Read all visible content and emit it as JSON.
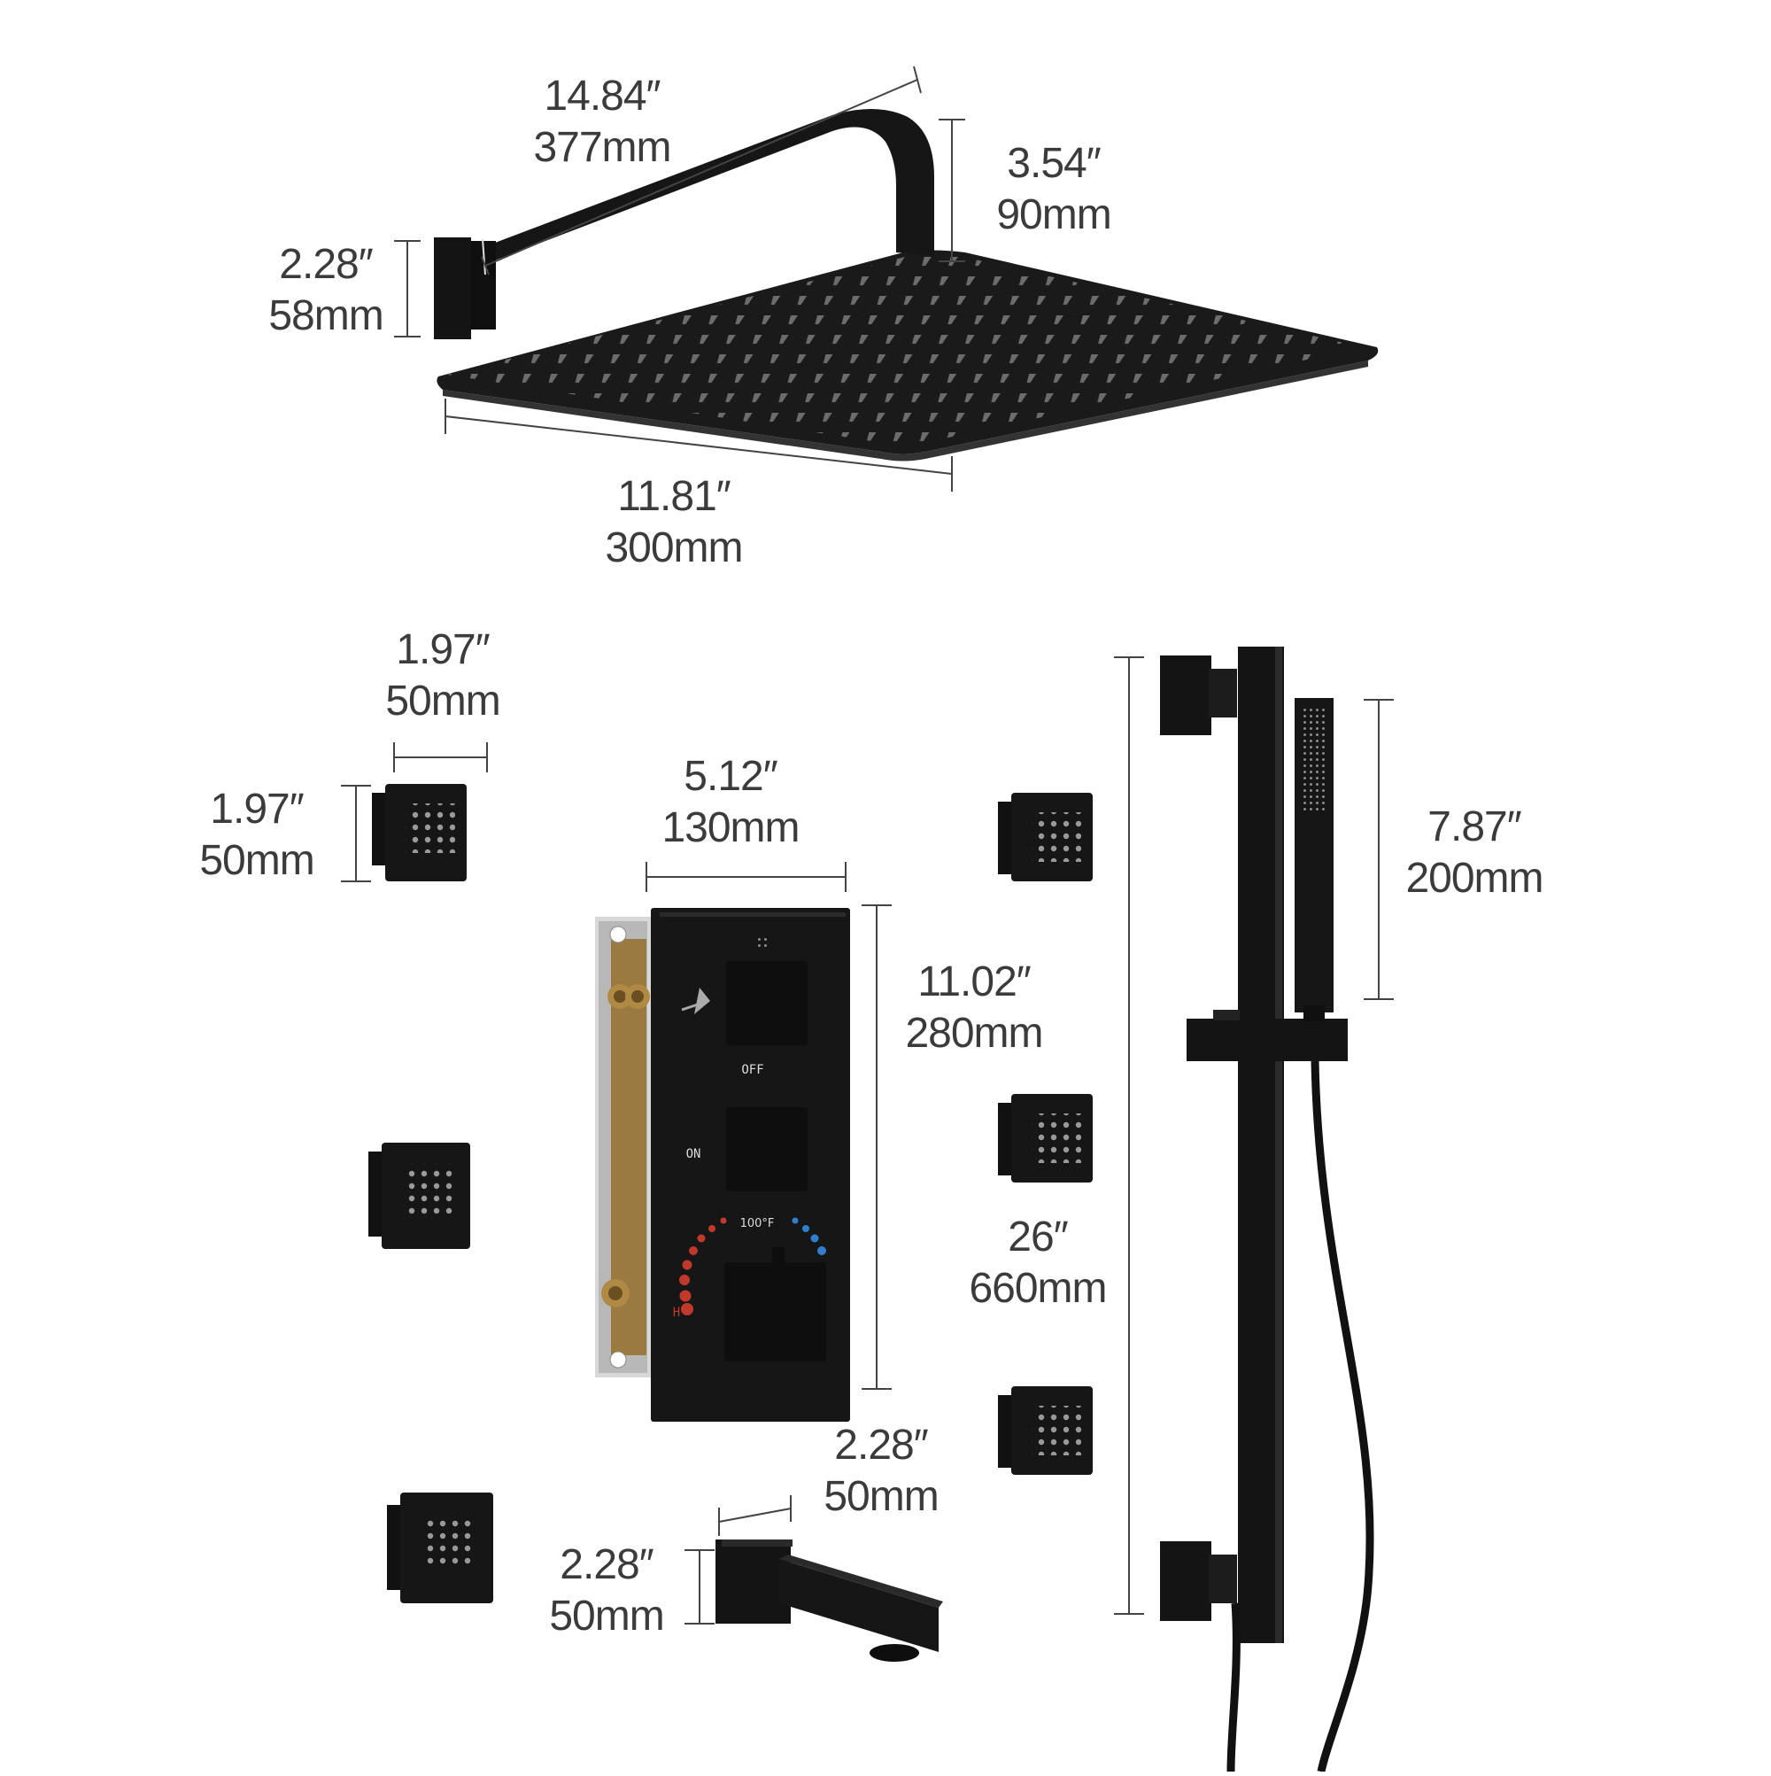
{
  "dimensions": {
    "arm_length": {
      "imperial": "14.84″",
      "metric": "377mm"
    },
    "arm_drop": {
      "imperial": "3.54″",
      "metric": "90mm"
    },
    "flange": {
      "imperial": "2.28″",
      "metric": "58mm"
    },
    "head_width": {
      "imperial": "11.81″",
      "metric": "300mm"
    },
    "jet_width": {
      "imperial": "1.97″",
      "metric": "50mm"
    },
    "jet_height": {
      "imperial": "1.97″",
      "metric": "50mm"
    },
    "valve_width": {
      "imperial": "5.12″",
      "metric": "130mm"
    },
    "valve_height": {
      "imperial": "11.02″",
      "metric": "280mm"
    },
    "spout_width": {
      "imperial": "2.28″",
      "metric": "50mm"
    },
    "spout_height": {
      "imperial": "2.28″",
      "metric": "50mm"
    },
    "bar_length": {
      "imperial": "26″",
      "metric": "660mm"
    },
    "handheld_length": {
      "imperial": "7.87″",
      "metric": "200mm"
    }
  },
  "valve_labels": {
    "off": "OFF",
    "on": "ON",
    "temperature": "100°F",
    "hot": "H"
  },
  "colors": {
    "fixture": "#141414",
    "dimension_line": "#444444",
    "hot": "#c0392b",
    "cold": "#2e7fd0",
    "brass": "#b08a45"
  }
}
